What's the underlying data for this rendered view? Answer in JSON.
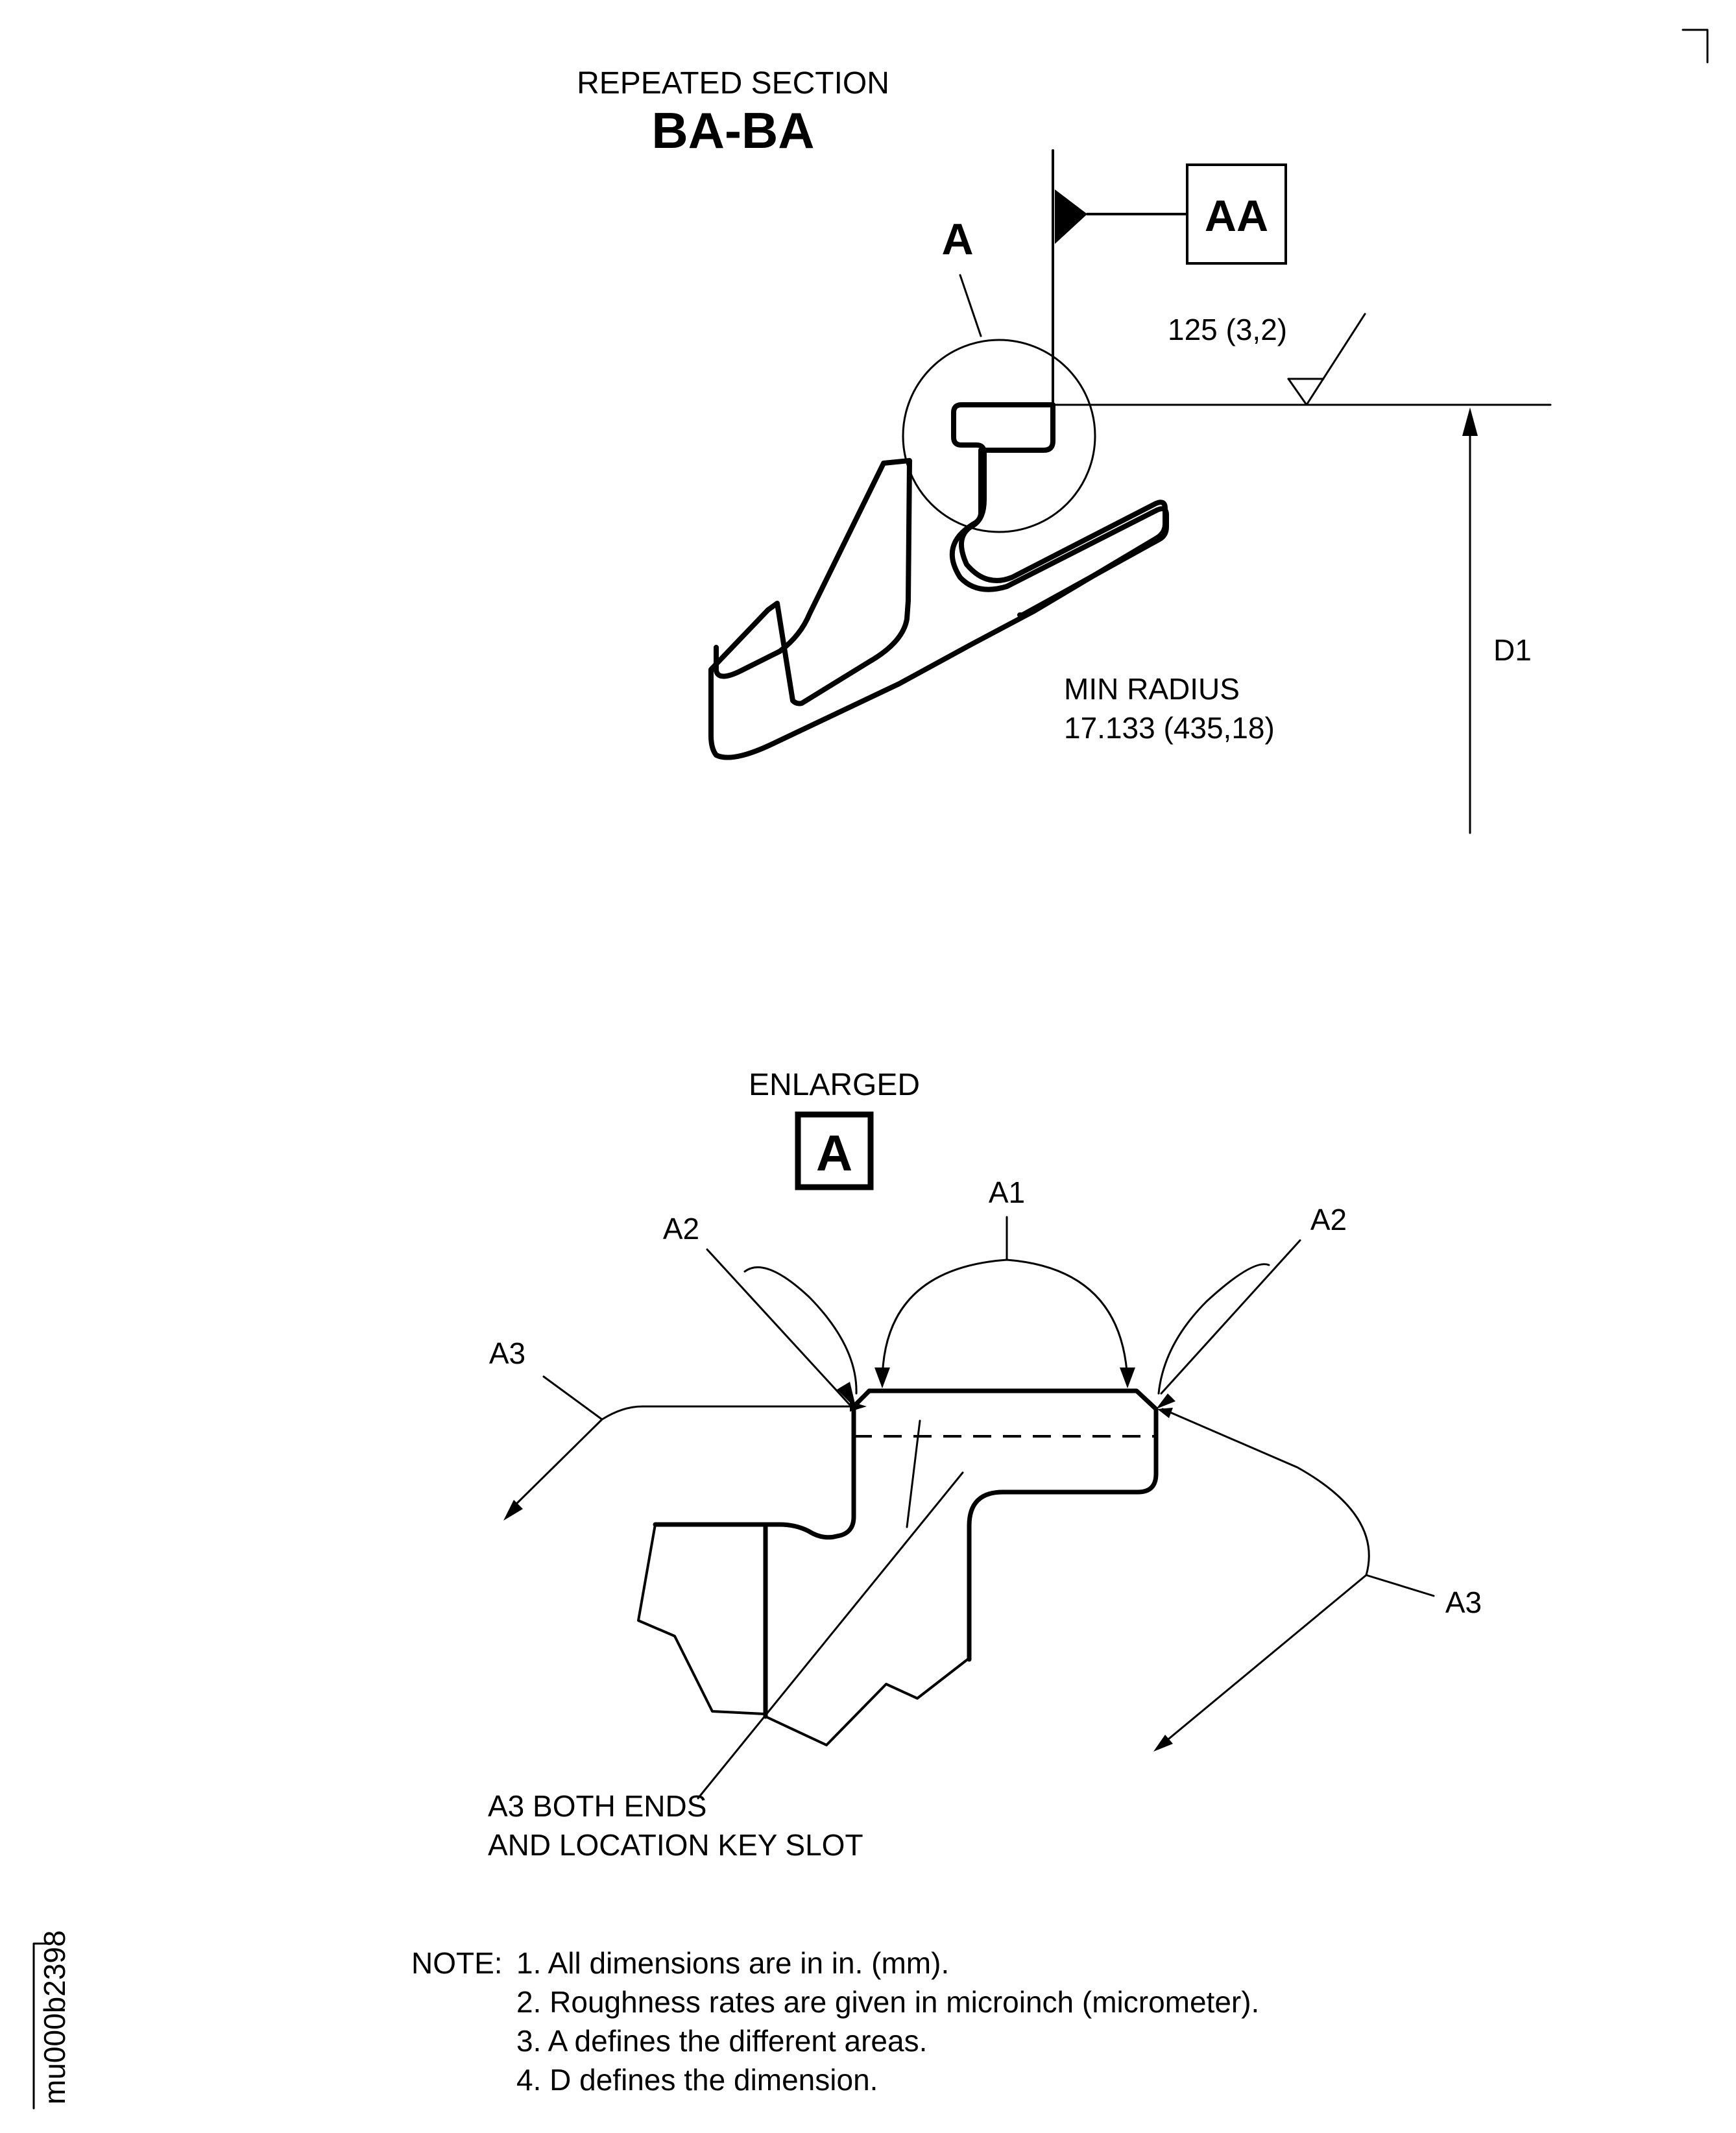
{
  "section": {
    "caption": "REPEATED SECTION",
    "name": "BA-BA",
    "detail_callout": "A",
    "datum_label": "AA",
    "roughness": "125 (3,2)",
    "dimension_label": "D1",
    "min_radius_label": "MIN RADIUS",
    "min_radius_value": "17.133 (435,18)"
  },
  "enlarged": {
    "caption": "ENLARGED",
    "detail_id": "A",
    "area_a1": "A1",
    "area_a2_left": "A2",
    "area_a2_right": "A2",
    "area_a3_left": "A3",
    "area_a3_right": "A3",
    "a3_note_line1": "A3 BOTH ENDS",
    "a3_note_line2": "AND LOCATION KEY SLOT"
  },
  "notes": {
    "prefix": "NOTE:",
    "items": [
      "1. All dimensions are in in. (mm).",
      "2. Roughness rates are given in microinch (micrometer).",
      "3. A defines the different areas.",
      "4. D defines the dimension."
    ]
  },
  "figure_id": "mu000b2398"
}
